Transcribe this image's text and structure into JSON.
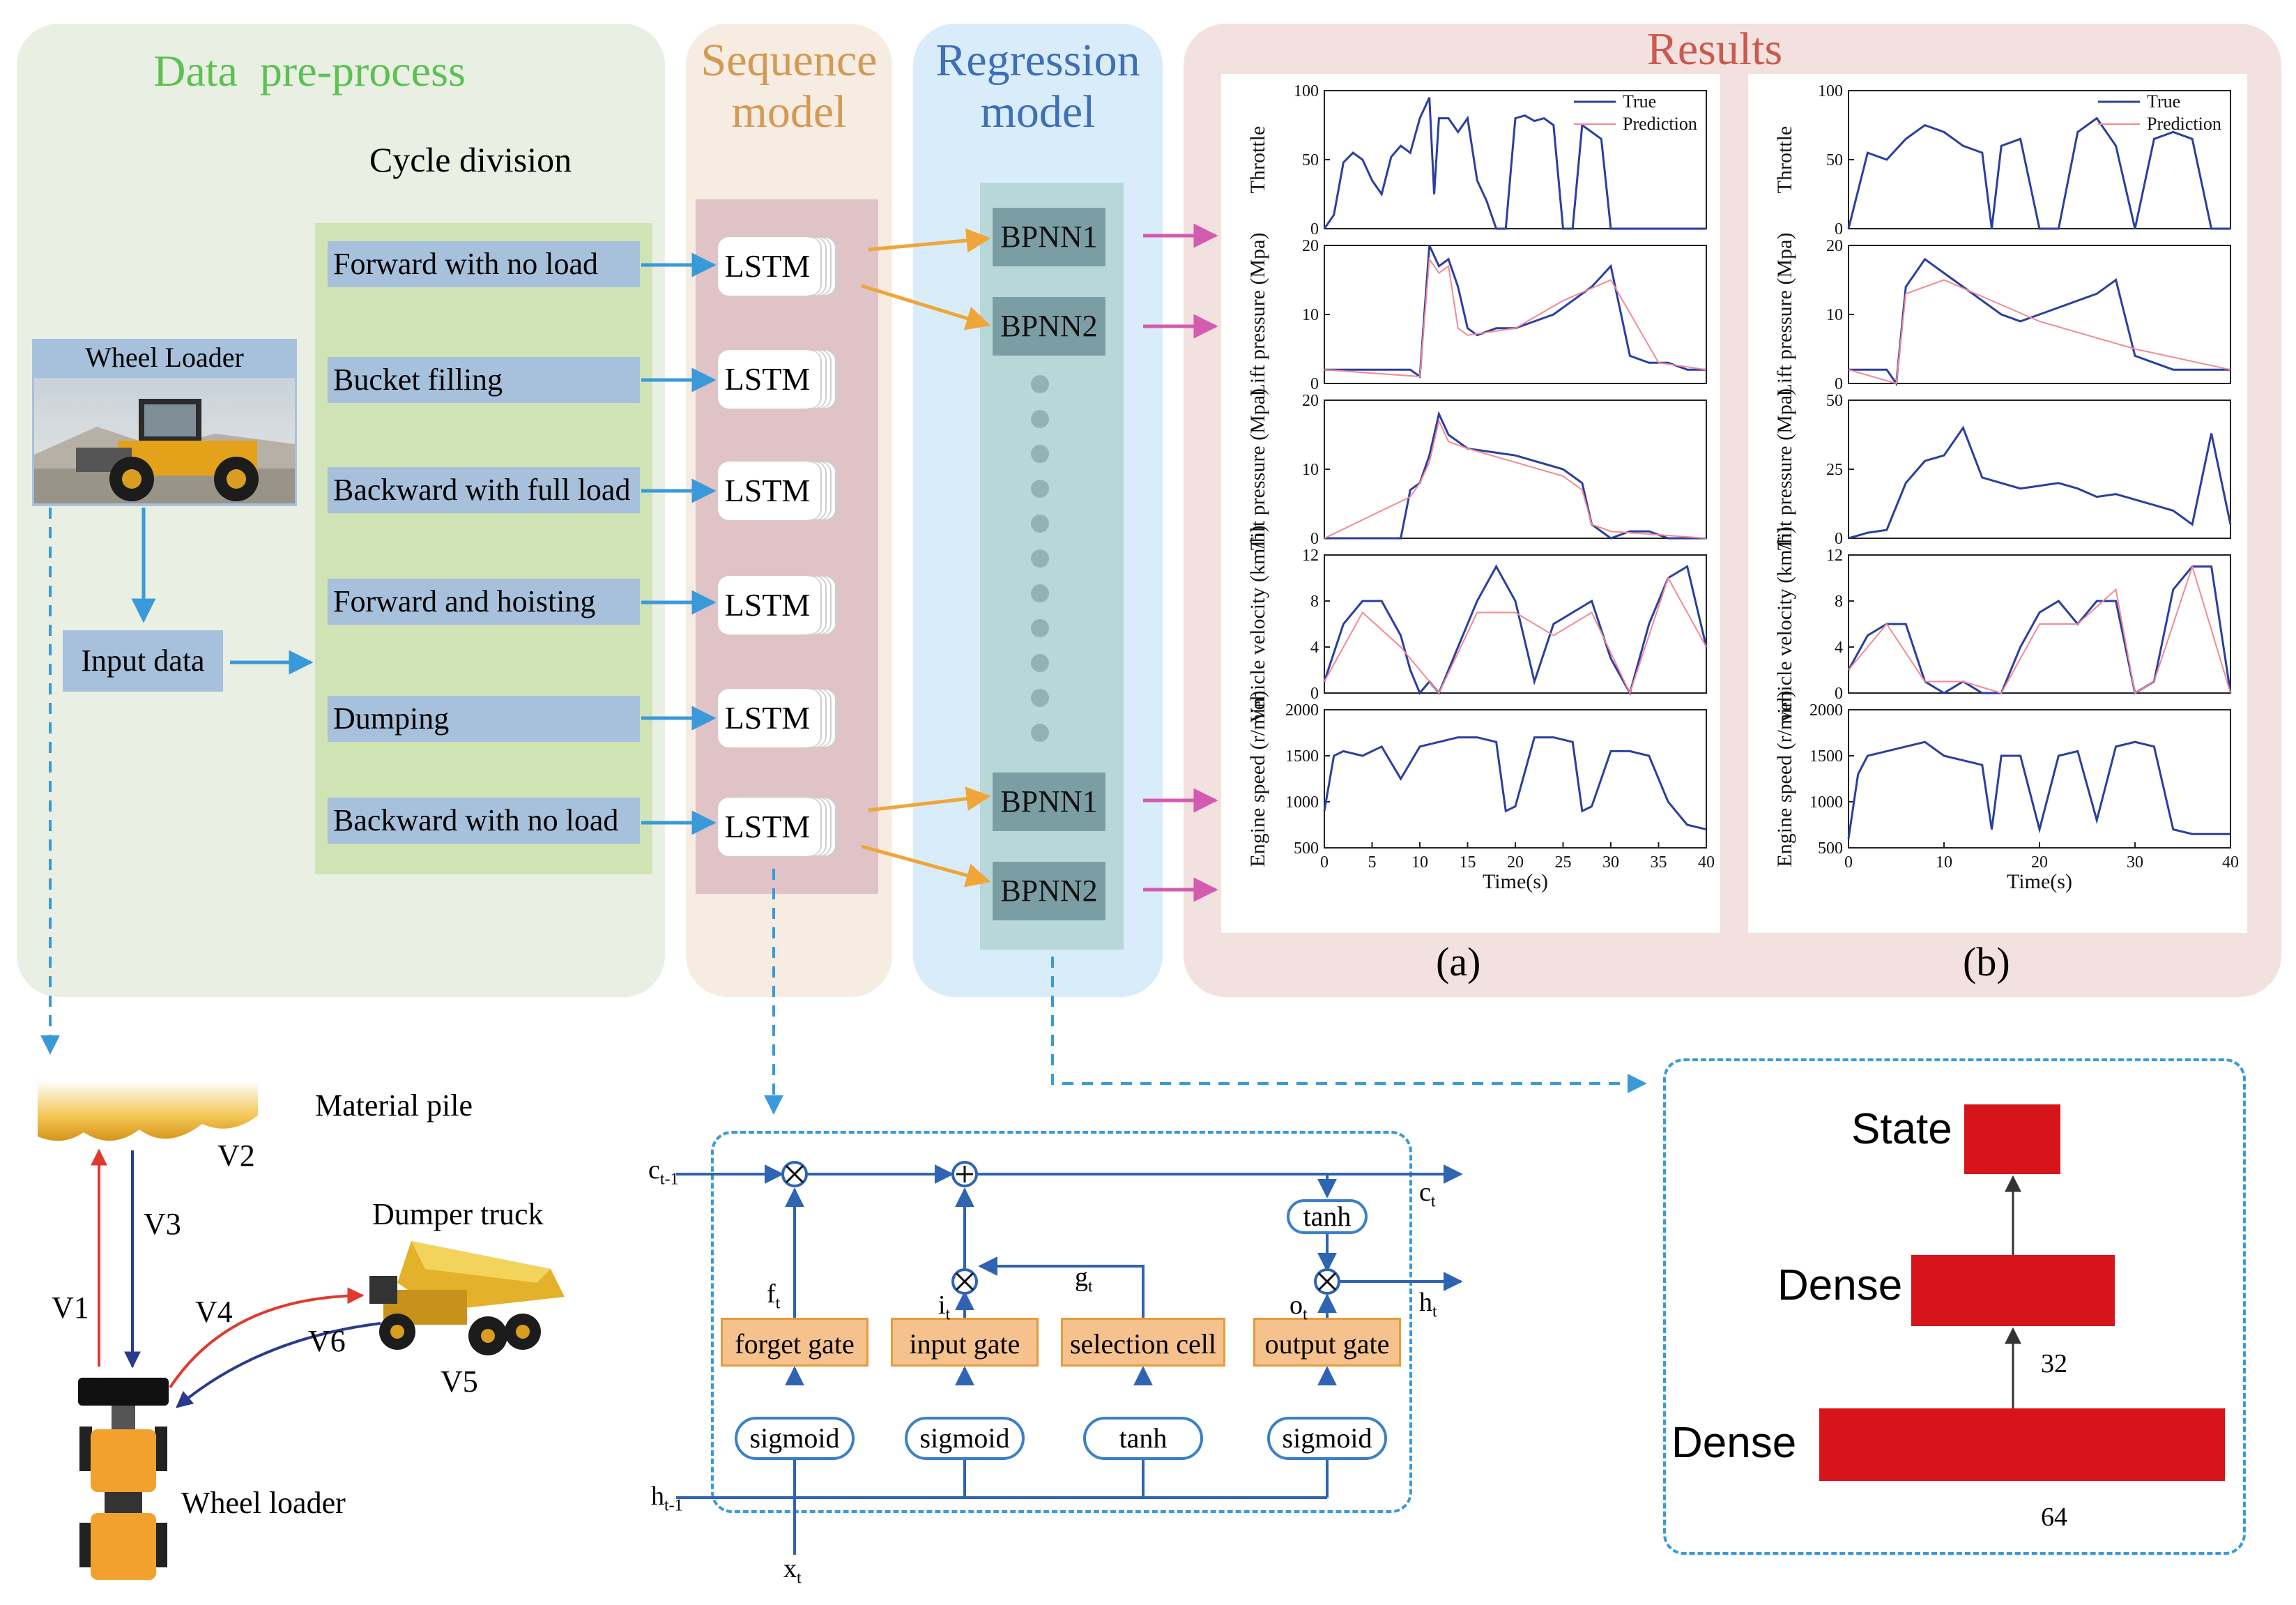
{
  "panels": {
    "preprocess_title": "Data  pre-process",
    "sequence_title": [
      "Sequence",
      "model"
    ],
    "regression_title": [
      "Regression",
      "model"
    ],
    "results_title": "Results"
  },
  "preprocess": {
    "cycle_division": "Cycle division",
    "wheel_loader_label": "Wheel Loader",
    "input_data": "Input data",
    "cycles": [
      "Forward with no load",
      "Bucket filling",
      "Backward with full load",
      "Forward and hoisting",
      "Dumping",
      "Backward with no load"
    ]
  },
  "sequence": {
    "cell_label": "LSTM"
  },
  "regression": {
    "top": [
      "BPNN1",
      "BPNN2"
    ],
    "bottom": [
      "BPNN1",
      "BPNN2"
    ]
  },
  "results": {
    "legend": [
      "True",
      "Prediction"
    ],
    "xlabel": "Time(s)",
    "panel_a": "(a)",
    "panel_b": "(b)",
    "colors": {
      "true": "#2b3f9e",
      "prediction": "#f28a95"
    }
  },
  "chart_data": [
    {
      "type": "line",
      "panel": "(a)",
      "xlabel": "Time(s)",
      "xlim": [
        0,
        40
      ],
      "xticks": [
        0,
        5,
        10,
        15,
        20,
        25,
        30,
        35,
        40
      ],
      "subplots": [
        {
          "ylabel": "Throttle",
          "ylim": [
            0,
            100
          ],
          "yticks": [
            0,
            50,
            100
          ],
          "series": [
            {
              "name": "True",
              "x": [
                0,
                1,
                2,
                3,
                4,
                5,
                6,
                7,
                8,
                9,
                10,
                11,
                11.5,
                12,
                13,
                14,
                15,
                16,
                17,
                18,
                19,
                20,
                21,
                22,
                23,
                24,
                25,
                26,
                27,
                28,
                29,
                30,
                31,
                32,
                33,
                34,
                35,
                36,
                37,
                38,
                39,
                40
              ],
              "values": [
                0,
                10,
                48,
                55,
                50,
                35,
                25,
                52,
                60,
                55,
                80,
                95,
                25,
                80,
                80,
                70,
                80,
                35,
                20,
                0,
                0,
                80,
                82,
                78,
                80,
                75,
                0,
                0,
                75,
                70,
                65,
                0,
                0,
                0,
                0,
                0,
                0,
                0,
                0,
                0,
                0,
                0
              ]
            }
          ]
        },
        {
          "ylabel": "Lift pressure (Mpa)",
          "ylim": [
            0,
            20
          ],
          "yticks": [
            0,
            10,
            20
          ],
          "series": [
            {
              "name": "True",
              "x": [
                0,
                2,
                4,
                6,
                7,
                8,
                9,
                10,
                11,
                12,
                13,
                14,
                15,
                16,
                18,
                20,
                22,
                24,
                26,
                28,
                30,
                32,
                34,
                36,
                38,
                40
              ],
              "values": [
                2,
                2,
                2,
                2,
                2,
                2,
                2,
                1,
                20,
                17,
                18,
                14,
                8,
                7,
                8,
                8,
                9,
                10,
                12,
                14,
                17,
                4,
                3,
                3,
                2,
                2
              ]
            },
            {
              "name": "Prediction",
              "x": [
                0,
                10,
                11,
                12,
                13,
                14,
                15,
                20,
                25,
                30,
                35,
                40
              ],
              "values": [
                2,
                1,
                18,
                16,
                17,
                8,
                7,
                8,
                12,
                15,
                3,
                2
              ]
            }
          ]
        },
        {
          "ylabel": "Tilt pressure (Mpa)",
          "ylim": [
            0,
            20
          ],
          "yticks": [
            0,
            10,
            20
          ],
          "series": [
            {
              "name": "True",
              "x": [
                0,
                2,
                4,
                6,
                8,
                9,
                10,
                11,
                12,
                13,
                15,
                20,
                25,
                27,
                28,
                29,
                30,
                32,
                34,
                36,
                38,
                40
              ],
              "values": [
                0,
                0,
                0,
                0,
                0,
                7,
                8,
                12,
                18,
                15,
                13,
                12,
                10,
                8,
                2,
                1,
                0,
                1,
                1,
                0,
                0,
                0
              ]
            },
            {
              "name": "Prediction",
              "x": [
                0,
                9,
                10,
                11,
                12,
                13,
                15,
                20,
                25,
                27,
                28,
                30,
                40
              ],
              "values": [
                0,
                6,
                8,
                11,
                17,
                14,
                13,
                11,
                9,
                7,
                2,
                1,
                0
              ]
            }
          ]
        },
        {
          "ylabel": "Vehicle velocity (km/h)",
          "ylim": [
            0,
            12
          ],
          "yticks": [
            0,
            4,
            8,
            12
          ],
          "series": [
            {
              "name": "True",
              "x": [
                0,
                2,
                4,
                6,
                8,
                9,
                10,
                11,
                12,
                14,
                16,
                18,
                20,
                22,
                24,
                26,
                28,
                30,
                32,
                34,
                36,
                38,
                40
              ],
              "values": [
                1,
                6,
                8,
                8,
                5,
                2,
                0,
                1,
                0,
                4,
                8,
                11,
                8,
                1,
                6,
                7,
                8,
                3,
                0,
                6,
                10,
                11,
                4
              ]
            },
            {
              "name": "Prediction",
              "x": [
                0,
                4,
                8,
                12,
                16,
                20,
                24,
                28,
                32,
                36,
                40
              ],
              "values": [
                1,
                7,
                4,
                0,
                7,
                7,
                5,
                7,
                0,
                10,
                4
              ]
            }
          ]
        },
        {
          "ylabel": "Engine speed (r/min)",
          "ylim": [
            500,
            2000
          ],
          "yticks": [
            500,
            1000,
            1500,
            2000
          ],
          "series": [
            {
              "name": "True",
              "x": [
                0,
                1,
                2,
                4,
                6,
                8,
                10,
                12,
                14,
                16,
                18,
                19,
                20,
                22,
                24,
                26,
                27,
                28,
                30,
                32,
                34,
                36,
                38,
                40
              ],
              "values": [
                900,
                1500,
                1550,
                1500,
                1600,
                1250,
                1600,
                1650,
                1700,
                1700,
                1650,
                900,
                950,
                1700,
                1700,
                1650,
                900,
                950,
                1550,
                1550,
                1500,
                1000,
                750,
                700
              ]
            }
          ]
        }
      ]
    },
    {
      "type": "line",
      "panel": "(b)",
      "xlabel": "Time(s)",
      "xlim": [
        0,
        40
      ],
      "xticks": [
        0,
        10,
        20,
        30,
        40
      ],
      "subplots": [
        {
          "ylabel": "Throttle",
          "ylim": [
            0,
            100
          ],
          "yticks": [
            0,
            50,
            100
          ],
          "series": [
            {
              "name": "True",
              "x": [
                0,
                2,
                4,
                6,
                8,
                10,
                12,
                14,
                15,
                16,
                18,
                20,
                22,
                24,
                26,
                28,
                30,
                32,
                34,
                36,
                38,
                40
              ],
              "values": [
                0,
                55,
                50,
                65,
                75,
                70,
                60,
                55,
                0,
                60,
                65,
                0,
                0,
                70,
                80,
                60,
                0,
                65,
                70,
                65,
                0,
                0
              ]
            }
          ]
        },
        {
          "ylabel": "Lift pressure (Mpa)",
          "ylim": [
            0,
            20
          ],
          "yticks": [
            0,
            10,
            20
          ],
          "series": [
            {
              "name": "True",
              "x": [
                0,
                2,
                4,
                5,
                6,
                8,
                10,
                12,
                14,
                16,
                18,
                20,
                22,
                24,
                26,
                28,
                30,
                32,
                34,
                36,
                38,
                40
              ],
              "values": [
                2,
                2,
                2,
                0,
                14,
                18,
                16,
                14,
                12,
                10,
                9,
                10,
                11,
                12,
                13,
                15,
                4,
                3,
                2,
                2,
                2,
                2
              ]
            },
            {
              "name": "Prediction",
              "x": [
                0,
                5,
                6,
                10,
                20,
                30,
                40
              ],
              "values": [
                2,
                0,
                13,
                15,
                9,
                5,
                2
              ]
            }
          ]
        },
        {
          "ylabel": "Tilt pressure (Mpa)",
          "ylim": [
            0,
            50
          ],
          "yticks": [
            0,
            25,
            50
          ],
          "series": [
            {
              "name": "True",
              "x": [
                0,
                2,
                4,
                6,
                8,
                10,
                12,
                14,
                16,
                18,
                20,
                22,
                24,
                26,
                28,
                30,
                32,
                34,
                36,
                38,
                40
              ],
              "values": [
                0,
                2,
                3,
                20,
                28,
                30,
                40,
                22,
                20,
                18,
                19,
                20,
                18,
                15,
                16,
                14,
                12,
                10,
                5,
                38,
                5
              ]
            }
          ]
        },
        {
          "ylabel": "vehicle velocity (km/h)",
          "ylim": [
            0,
            12
          ],
          "yticks": [
            0,
            4,
            8,
            12
          ],
          "series": [
            {
              "name": "True",
              "x": [
                0,
                2,
                4,
                6,
                8,
                10,
                12,
                14,
                16,
                18,
                20,
                22,
                24,
                26,
                28,
                30,
                32,
                34,
                36,
                38,
                40
              ],
              "values": [
                2,
                5,
                6,
                6,
                1,
                0,
                1,
                0,
                0,
                4,
                7,
                8,
                6,
                8,
                8,
                0,
                1,
                9,
                11,
                11,
                0
              ]
            },
            {
              "name": "Prediction",
              "x": [
                0,
                4,
                8,
                12,
                16,
                20,
                24,
                28,
                30,
                32,
                36,
                40
              ],
              "values": [
                2,
                6,
                1,
                1,
                0,
                6,
                6,
                9,
                0,
                1,
                11,
                0
              ]
            }
          ]
        },
        {
          "ylabel": "Engine speed (r/min)",
          "ylim": [
            500,
            2000
          ],
          "yticks": [
            500,
            1000,
            1500,
            2000
          ],
          "series": [
            {
              "name": "True",
              "x": [
                0,
                1,
                2,
                4,
                6,
                8,
                10,
                12,
                14,
                15,
                16,
                18,
                20,
                22,
                24,
                26,
                28,
                30,
                32,
                34,
                36,
                38,
                40
              ],
              "values": [
                600,
                1300,
                1500,
                1550,
                1600,
                1650,
                1500,
                1450,
                1400,
                700,
                1500,
                1500,
                700,
                1500,
                1550,
                800,
                1600,
                1650,
                1600,
                700,
                650,
                650,
                650
              ]
            }
          ]
        }
      ]
    }
  ],
  "workflow": {
    "material_pile": "Material pile",
    "dumper_truck": "Dumper truck",
    "wheel_loader": "Wheel loader",
    "v": [
      "V1",
      "V2",
      "V3",
      "V4",
      "V5",
      "V6"
    ]
  },
  "lstm_cell": {
    "inputs": [
      "c",
      "t-1",
      "h",
      "t-1",
      "x",
      "t"
    ],
    "outputs": [
      "c",
      "t",
      "h",
      "t"
    ],
    "gates": [
      "forget gate",
      "input gate",
      "selection cell",
      "output gate"
    ],
    "acts": [
      "sigmoid",
      "sigmoid",
      "tanh",
      "sigmoid"
    ],
    "tanh_label": "tanh",
    "signals": [
      "f",
      "t",
      "i",
      "t",
      "g",
      "t",
      "o",
      "t"
    ]
  },
  "dense": {
    "state": "State",
    "dense1": "Dense",
    "dense2": "Dense",
    "n1": "32",
    "n2": "64"
  }
}
